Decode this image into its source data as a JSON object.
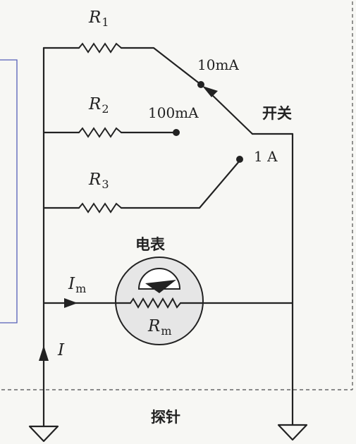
{
  "labels": {
    "r1": {
      "symbol": "R",
      "sub": "1"
    },
    "r2": {
      "symbol": "R",
      "sub": "2"
    },
    "r3": {
      "symbol": "R",
      "sub": "3"
    },
    "rm": {
      "symbol": "R",
      "sub": "m"
    },
    "im": {
      "symbol": "I",
      "sub": "m"
    },
    "i": {
      "symbol": "I"
    }
  },
  "ranges": {
    "r1": "10mA",
    "r2": "100mA",
    "r3": "1 A"
  },
  "texts": {
    "switch": "开关",
    "meter": "电表",
    "probes": "探针"
  }
}
